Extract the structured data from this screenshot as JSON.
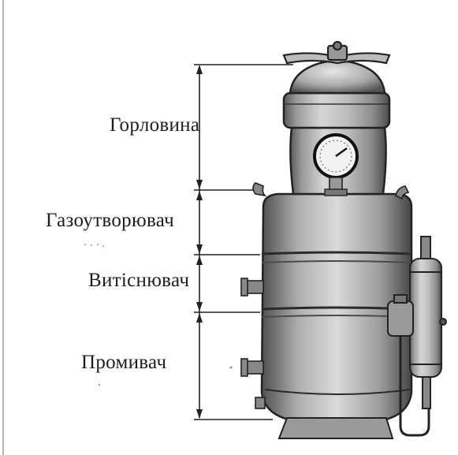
{
  "labels": {
    "section_1": "Горловина",
    "section_2": "Газоутворювач",
    "section_3": "Витіснювач",
    "section_4": "Промивач"
  }
}
